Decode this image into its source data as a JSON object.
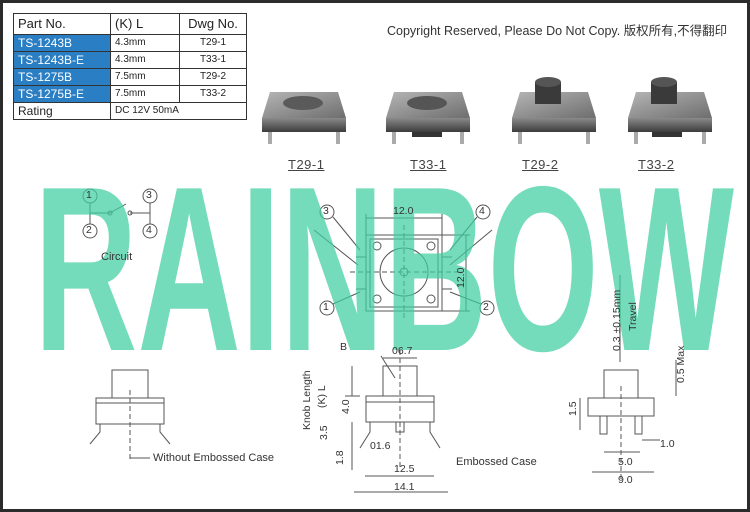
{
  "table": {
    "headers": [
      "Part No.",
      "(K) L",
      "Dwg No."
    ],
    "rows": [
      {
        "part": "TS-1243B",
        "kl": "4.3mm",
        "dwg": "T29-1"
      },
      {
        "part": "TS-1243B-E",
        "kl": "4.3mm",
        "dwg": "T33-1"
      },
      {
        "part": "TS-1275B",
        "kl": "7.5mm",
        "dwg": "T29-2"
      },
      {
        "part": "TS-1275B-E",
        "kl": "7.5mm",
        "dwg": "T33-2"
      }
    ],
    "rating_label": "Rating",
    "rating_value": "DC 12V 50mA"
  },
  "copyright": "Copyright Reserved, Please Do Not Copy. 版权所有,不得翻印",
  "drawings": [
    "T29-1",
    "T33-1",
    "T29-2",
    "T33-2"
  ],
  "circuit": {
    "label": "Circuit",
    "pins": [
      "1",
      "2",
      "3",
      "4"
    ]
  },
  "watermark": "RAINBOW",
  "dims": {
    "top_width": "12.0",
    "side_height": "12.0",
    "knob": "06.7",
    "b_label": "B",
    "knob_length": "Knob Length",
    "kl": "(K) L",
    "h40": "4.0",
    "h35": "3.5",
    "h18": "1.8",
    "pin_dia": "01.6",
    "w125": "12.5",
    "w141": "14.1",
    "travel": "0.3 ±0.15mm",
    "travel_label": "Travel",
    "max": "0.5 Max",
    "h15": "1.5",
    "w10": "1.0",
    "w50": "5.0",
    "w90": "9.0"
  },
  "notes": {
    "without": "Without Embossed Case",
    "embossed": "Embossed Case"
  }
}
